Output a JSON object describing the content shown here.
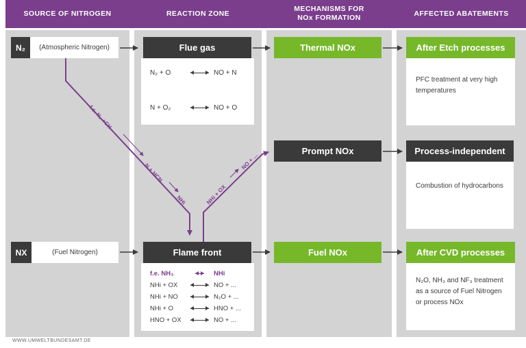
{
  "header": {
    "col1": "SOURCE OF NITROGEN",
    "col2": "REACTION ZONE",
    "col3_line1": "MECHANISMS FOR",
    "col3_line2": "NOx FORMATION",
    "col4": "AFFECTED ABATEMENTS"
  },
  "sources": {
    "atmospheric": {
      "tag": "N₂",
      "label": "(Atmospheric Nitrogen)"
    },
    "fuel": {
      "tag": "NX",
      "label": "(Fuel Nitrogen)"
    }
  },
  "reaction_zone": {
    "flue_gas": {
      "title": "Flue gas",
      "reactions": [
        {
          "left": "N₂ + O",
          "right": "NO + N"
        },
        {
          "left": "N + O₂",
          "right": "NO + O"
        }
      ]
    },
    "flame_front": {
      "title": "Flame front",
      "reactions": [
        {
          "left": "f.e. NH₃",
          "right": "NHi"
        },
        {
          "left": "NHi + OX",
          "right": "NO + ..."
        },
        {
          "left": "NHi + NO",
          "right": "N₂O + ..."
        },
        {
          "left": "NHi + O",
          "right": "HNO + ..."
        },
        {
          "left": "HNO + OX",
          "right": "NO + ..."
        }
      ]
    }
  },
  "mechanisms": {
    "thermal": "Thermal NOx",
    "prompt": "Prompt NOx",
    "fuel": "Fuel NOx"
  },
  "abatements": {
    "etch": {
      "title": "After Etch processes",
      "body": "PFC treatment at very high temperatures"
    },
    "independent": {
      "title": "Process-independent",
      "body": "Combustion of hydrocarbons"
    },
    "cvd": {
      "title": "After CVD processes",
      "body": "N₂O, NH₃ and NF₃ treatment as a source of Fuel Nitrogen or process NOx"
    }
  },
  "path_labels": {
    "n2_ch": "f.e. N₂ +CH",
    "n_hcn": "N + HCN",
    "nhi": "NHi",
    "nhi_ox": "NHi + OX",
    "no_dots": "NO + ..."
  },
  "footer": {
    "url": "WWW.UMWELTBUNDESAMT.DE"
  },
  "colors": {
    "purple": "#7a3e8c",
    "green": "#76b82a",
    "dark": "#3a3a3a",
    "column_bg": "#d3d3d3"
  }
}
